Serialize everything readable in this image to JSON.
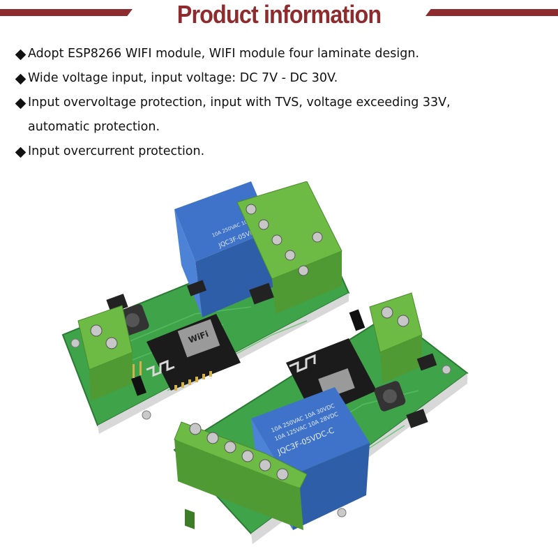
{
  "header": {
    "title": "Product information"
  },
  "bullets": [
    {
      "text": "Adopt ESP8266 WIFI module, WIFI module four laminate design."
    },
    {
      "text": "Wide voltage input, input voltage: DC 7V - DC 30V."
    },
    {
      "line1": "Input overvoltage protection, input with TVS, voltage exceeding 33V,",
      "line2": "automatic protection."
    },
    {
      "text": "Input overcurrent protection."
    }
  ],
  "boards": {
    "left": {
      "wifi_text": "WiFi",
      "relay_text": "JQC3F-05VDC-C",
      "relay_rating": "10A 250VAC 10A 30VDC"
    },
    "right": {
      "relay_text": "JQC3F-05VDC-C",
      "relay_line1": "10A 250VAC  10A  30VDC",
      "relay_line2": "10A 125VAC  10A  28VDC"
    }
  },
  "colors": {
    "title": "#8e2b2e",
    "pcb": "#3fa34a",
    "relay": "#3f73c9",
    "terminal": "#6dbb45"
  }
}
